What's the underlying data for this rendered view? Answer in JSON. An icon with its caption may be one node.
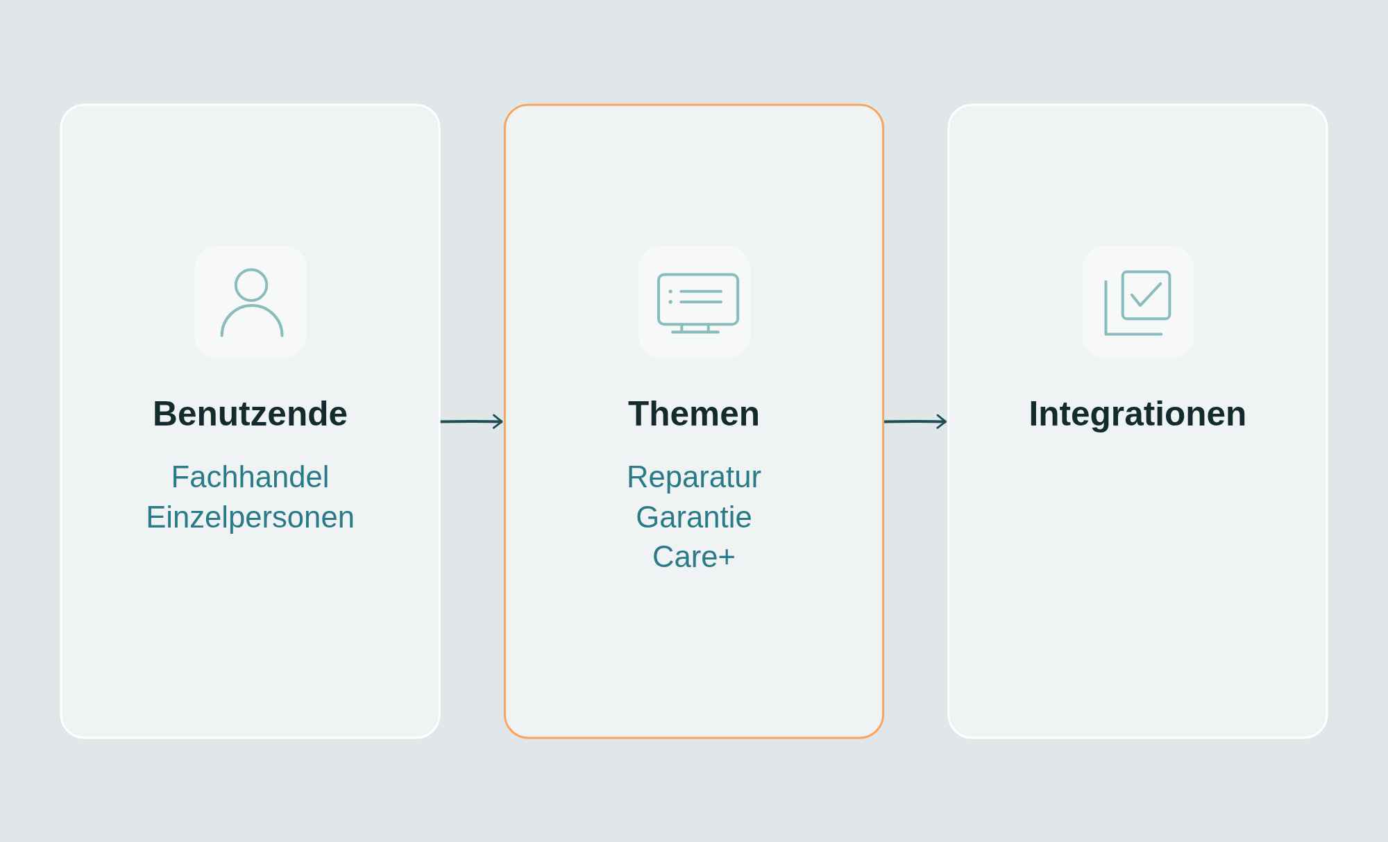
{
  "diagram": {
    "nodes": [
      {
        "text": [
          "Benutzende",
          "Fachhandel",
          "Einzelpersonen"
        ]
      },
      {
        "text": [
          "Themen",
          "Reparatur",
          "Garantie",
          "Care+"
        ]
      },
      {
        "text": [
          "Integrationen"
        ]
      }
    ],
    "edges": [
      {
        "from": 0,
        "to": 1,
        "arrow": "to"
      },
      {
        "from": 1,
        "to": 2,
        "arrow": "to"
      }
    ]
  }
}
